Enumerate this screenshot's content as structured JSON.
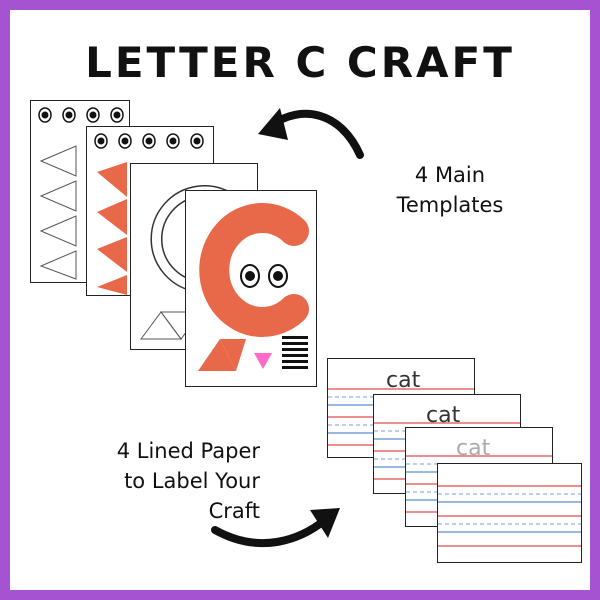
{
  "title": "LETTER C CRAFT",
  "captions": {
    "main_line1": "4 Main",
    "main_line2": "Templates",
    "lined_line1": "4 Lined Paper",
    "lined_line2": "to Label Your",
    "lined_line3": "Craft"
  },
  "lined_words": [
    "cat",
    "cat",
    "cat"
  ],
  "colors": {
    "border": "#a653d1",
    "accent": "#e8684a",
    "pink": "#ff69c8",
    "line_red": "#e76a6a",
    "line_blue": "#7aa0d8"
  }
}
